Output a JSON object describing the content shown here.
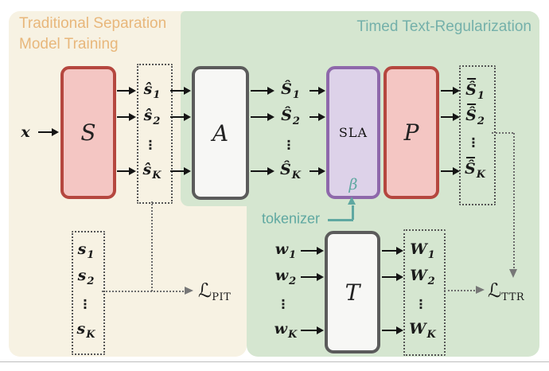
{
  "regions": {
    "traditional": {
      "title_line1": "Traditional Separation",
      "title_line2": "Model Training",
      "bg": "#f7f2e3",
      "title_color": "#e8b77b"
    },
    "ttr": {
      "title": "Timed Text-Regularization",
      "bg": "#d5e6d0",
      "title_color": "#74b0aa"
    }
  },
  "blocks": {
    "separator": {
      "label": "S",
      "border": "#b5473f",
      "fill": "#f4c6c3"
    },
    "aligner": {
      "label": "A",
      "border": "#5b5b5b",
      "fill": "#f7f7f5"
    },
    "sla": {
      "label": "SLA",
      "param": "β",
      "border": "#8e68ab",
      "fill": "#ddd2e9"
    },
    "phoneme": {
      "label": "P",
      "border": "#b5473f",
      "fill": "#f4c6c3"
    },
    "text": {
      "label": "T",
      "border": "#5b5b5b",
      "fill": "#f7f7f5"
    }
  },
  "input": {
    "base": "x"
  },
  "columns": {
    "s_hat": {
      "vdots": "⋮",
      "items": [
        {
          "base": "ŝ",
          "sub": "1"
        },
        {
          "base": "ŝ",
          "sub": "2"
        },
        {
          "base": "ŝ",
          "sub": "K"
        }
      ]
    },
    "S_hat": {
      "vdots": "⋮",
      "items": [
        {
          "base": "Ŝ",
          "sub": "1"
        },
        {
          "base": "Ŝ",
          "sub": "2"
        },
        {
          "base": "Ŝ",
          "sub": "K"
        }
      ]
    },
    "S_bar_hat": {
      "vdots": "⋮",
      "accent": "bar",
      "items": [
        {
          "base": "Ŝ",
          "sub": "1"
        },
        {
          "base": "Ŝ",
          "sub": "2"
        },
        {
          "base": "Ŝ",
          "sub": "K"
        }
      ]
    },
    "s_ref": {
      "vdots": "⋮",
      "items": [
        {
          "base": "s",
          "sub": "1"
        },
        {
          "base": "s",
          "sub": "2"
        },
        {
          "base": "s",
          "sub": "K"
        }
      ]
    },
    "w": {
      "vdots": "⋮",
      "items": [
        {
          "base": "w",
          "sub": "1"
        },
        {
          "base": "w",
          "sub": "2"
        },
        {
          "base": "w",
          "sub": "K"
        }
      ]
    },
    "W": {
      "vdots": "⋮",
      "items": [
        {
          "base": "W",
          "sub": "1"
        },
        {
          "base": "W",
          "sub": "2"
        },
        {
          "base": "W",
          "sub": "K"
        }
      ]
    }
  },
  "losses": {
    "pit": {
      "base": "ℒ",
      "sub": "PIT"
    },
    "ttr": {
      "base": "ℒ",
      "sub": "TTR"
    }
  },
  "tokenizer": {
    "label": "tokenizer",
    "param": "β",
    "color": "#5fa8a1"
  },
  "palette": {
    "black": "#141414",
    "dotted_gray": "#6e6e6e",
    "arrow_gray": "#777777"
  }
}
